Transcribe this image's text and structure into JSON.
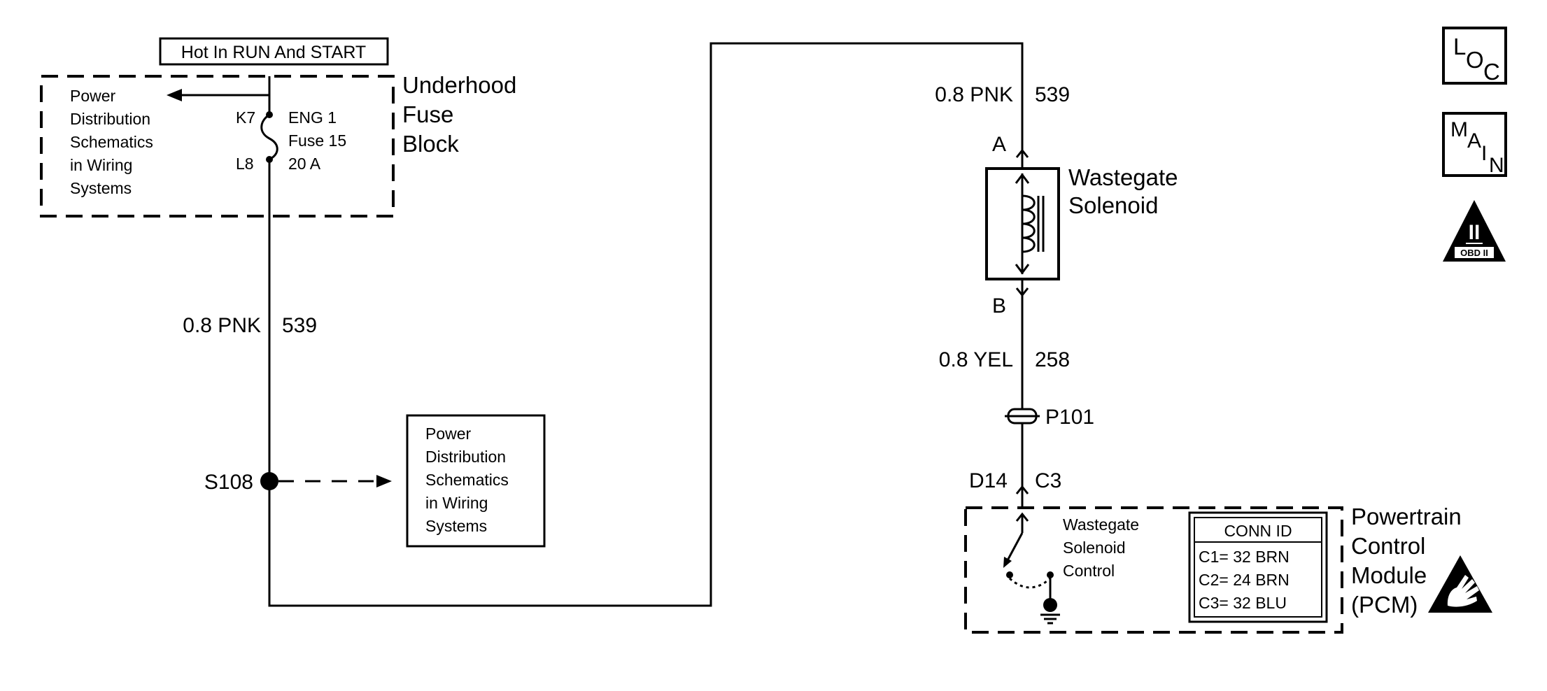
{
  "header": {
    "hot_in": "Hot In RUN And START"
  },
  "fuse_block": {
    "title_line1": "Underhood",
    "title_line2": "Fuse",
    "title_line3": "Block",
    "ref_lines": [
      "Power",
      "Distribution",
      "Schematics",
      "in Wiring",
      "Systems"
    ],
    "pin_top": "K7",
    "pin_bottom": "L8",
    "fuse_lines": [
      "ENG 1",
      "Fuse 15",
      "20 A"
    ]
  },
  "wire_left": {
    "gauge_color": "0.8 PNK",
    "circuit": "539"
  },
  "splice": {
    "label": "S108",
    "ref_lines": [
      "Power",
      "Distribution",
      "Schematics",
      "in Wiring",
      "Systems"
    ]
  },
  "wire_top_right": {
    "gauge_color": "0.8 PNK",
    "circuit": "539"
  },
  "solenoid": {
    "pin_a": "A",
    "pin_b": "B",
    "title_line1": "Wastegate",
    "title_line2": "Solenoid"
  },
  "wire_yel": {
    "gauge_color": "0.8 YEL",
    "circuit": "258"
  },
  "inline_connector": {
    "label": "P101"
  },
  "pcm": {
    "pin_left": "D14",
    "pin_right": "C3",
    "control_lines": [
      "Wastegate",
      "Solenoid",
      "Control"
    ],
    "conn_id": {
      "title": "CONN ID",
      "rows": [
        "C1= 32 BRN",
        "C2= 24 BRN",
        "C3= 32 BLU"
      ]
    },
    "title_lines": [
      "Powertrain",
      "Control",
      "Module",
      "(PCM)"
    ]
  },
  "side_icons": {
    "loc": {
      "l": "L",
      "o": "O",
      "c": "C"
    },
    "main": {
      "m": "M",
      "a": "A",
      "i": "I",
      "n": "N"
    },
    "obd": {
      "numeral": "II",
      "label": "OBD II"
    }
  }
}
